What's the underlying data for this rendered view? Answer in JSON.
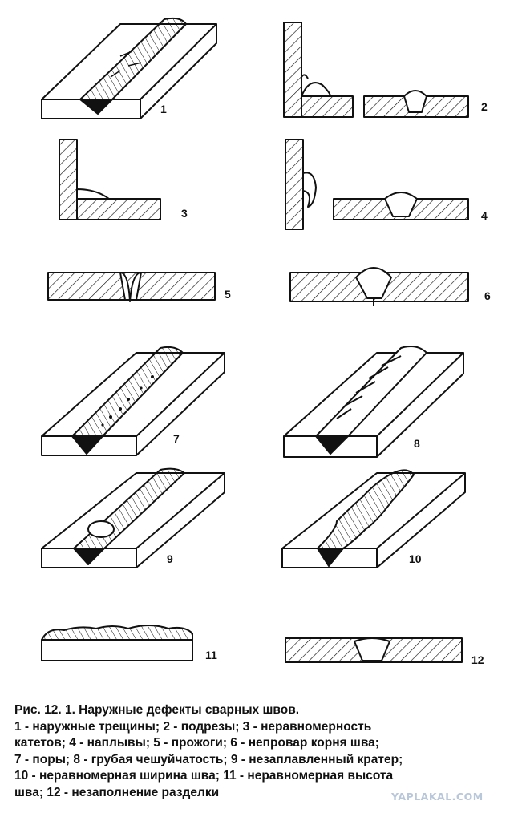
{
  "figure": {
    "items": [
      {
        "num": "1"
      },
      {
        "num": "2"
      },
      {
        "num": "3"
      },
      {
        "num": "4"
      },
      {
        "num": "5"
      },
      {
        "num": "6"
      },
      {
        "num": "7"
      },
      {
        "num": "8"
      },
      {
        "num": "9"
      },
      {
        "num": "10"
      },
      {
        "num": "11"
      },
      {
        "num": "12"
      }
    ]
  },
  "caption": {
    "lines": [
      "Рис. 12. 1. Наружные дефекты сварных швов.",
      "1 - наружные трещины; 2 - подрезы; 3 - неравномерность",
      "катетов; 4 - наплывы; 5 - прожоги; 6 - непровар корня шва;",
      "7 - поры; 8 - грубая чешуйчатость; 9 - незаплавленный кратер;",
      "10 - неравномерная ширина шва; 11 - неравномерная высота",
      "шва; 12 - незаполнение разделки"
    ]
  },
  "watermark": "YAPLAKAL.COM",
  "colors": {
    "ink": "#111111",
    "watermark": "#b9c7da",
    "background": "#ffffff"
  }
}
